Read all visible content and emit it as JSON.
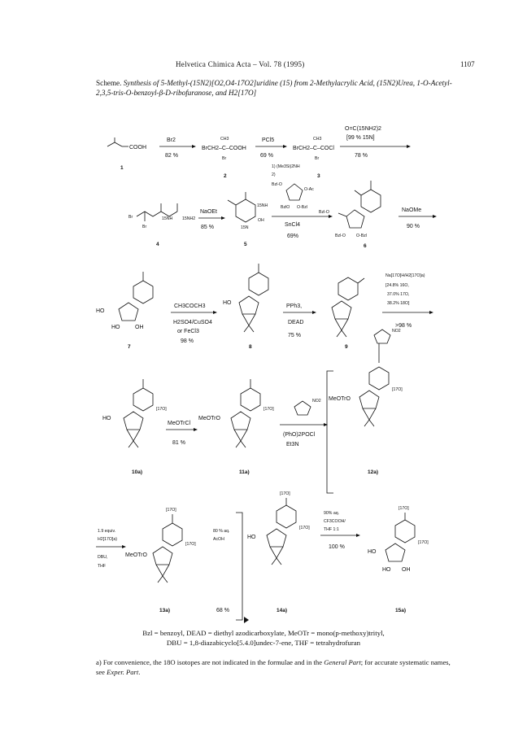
{
  "header": {
    "journal": "Helvetica Chimica Acta – Vol. 78 (1995)",
    "page": "1107"
  },
  "caption": {
    "label": "Scheme.",
    "title": "Synthesis of 5-Methyl-(15N2)[O2,O4-17O2]uridine (15) from 2-Methylacrylic Acid, (15N2)Urea, 1-O-Acetyl-2,3,5-tris-O-benzoyl-β-D-ribofuranose, and H2[17O]"
  },
  "steps": {
    "s1": {
      "reagent": "Br2",
      "yield": "82 %"
    },
    "s2": {
      "reagent": "PCl5",
      "yield": "69 %"
    },
    "s3": {
      "reagent": "O=C(15NH2)2",
      "condition": "[99 % 15N]",
      "yield": "78 %"
    },
    "s4": {
      "reagent": "NaOEt",
      "yield": "85 %"
    },
    "s5": {
      "line1": "1) (Me3Si)2NH",
      "line2": "2)",
      "sugar": "Bzl-O",
      "oac": "O-Ac",
      "obz1": "BzlO",
      "obz2": "O-Bzl",
      "lewis": "SnCl4",
      "yield": "69%"
    },
    "s6": {
      "reagent": "NaOMe",
      "yield": "90 %"
    },
    "s7": {
      "reagent": "CH3COCH3",
      "acid": "H2SO4/CuSO4",
      "alt": "or FeCl3",
      "yield": "98 %"
    },
    "s8": {
      "reagent": "PPh3,",
      "second": "DEAD",
      "yield": "75 %"
    },
    "s9": {
      "reagent": "Na[17O]H/H2[17O]a)",
      "c1": "[24.8% 16O,",
      "c2": "37.0% 17O,",
      "c3": "38.2% 18O]",
      "yield": ">98 %"
    },
    "s10": {
      "reagent": "MeOTrCl",
      "yield": "81 %"
    },
    "s11": {
      "reagent": "(PhO)2POCl",
      "base": "Et3N",
      "nitro": "NO2"
    },
    "s12": {
      "eq": "1.9 equiv.",
      "water": "H2[17O]a)",
      "base": "DBU,",
      "solvent": "THF"
    },
    "s13": {
      "reagent": "80 % aq.",
      "acid": "AcOH",
      "yield": "68 %"
    },
    "s14": {
      "reagent": "90% aq.",
      "acid": "CF3COOH/",
      "ratio": "THF 1:1",
      "yield": "100 %"
    }
  },
  "compounds": {
    "c1": {
      "num": "1",
      "label": "COOH"
    },
    "c2": {
      "num": "2",
      "label": "BrCH2–C–COOH",
      "me": "CH3",
      "br": "Br"
    },
    "c3": {
      "num": "3",
      "label": "BrCH2–C–COCl",
      "me": "CH3",
      "br": "Br"
    },
    "c4": {
      "num": "4",
      "br1": "Br",
      "br2": "Br",
      "nh": "15NH",
      "nh2": "15NH2"
    },
    "c5": {
      "num": "5",
      "nh": "15NH",
      "n": "15N",
      "oh": "OH"
    },
    "c6": {
      "num": "6",
      "bzlo": "Bzl-O",
      "obzl": "O-Bzl",
      "bzlo2": "Bzl-O"
    },
    "c7": {
      "num": "7",
      "ho": "HO",
      "ho2": "HO",
      "oh": "OH"
    },
    "c8": {
      "num": "8",
      "ho": "HO"
    },
    "c9": {
      "num": "9"
    },
    "c10": {
      "num": "10a)",
      "ho": "HO",
      "o17": "[17O]"
    },
    "c11": {
      "num": "11a)",
      "meotro": "MeOTrO",
      "o17": "[17O]"
    },
    "c12": {
      "num": "12a)",
      "meotro": "MeOTrO",
      "o17": "[17O]"
    },
    "c13": {
      "num": "13a)",
      "meotro": "MeOTrO",
      "o17a": "[17O]",
      "o17b": "[17O]"
    },
    "c14": {
      "num": "14a)",
      "ho": "HO",
      "o17a": "[17O]",
      "o17b": "[17O]"
    },
    "c15": {
      "num": "15a)",
      "ho": "HO",
      "ho2": "HO",
      "oh": "OH",
      "o17a": "[17O]",
      "o17b": "[17O]"
    }
  },
  "abbreviations": {
    "line1": "Bzl = benzoyl, DEAD = diethyl azodicarboxylate, MeOTr = mono(p-methoxy)trityl,",
    "line2": "DBU = 1,8-diazabicyclo[5.4.0]undec-7-ene, THF = tetrahydrofuran"
  },
  "footnote": {
    "mark": "a)",
    "text": "For convenience, the 18O isotopes are not indicated in the formulae and in the",
    "general": "General Part",
    "text2": "; for accurate systematic names, see",
    "exper": "Exper. Part",
    "end": "."
  }
}
